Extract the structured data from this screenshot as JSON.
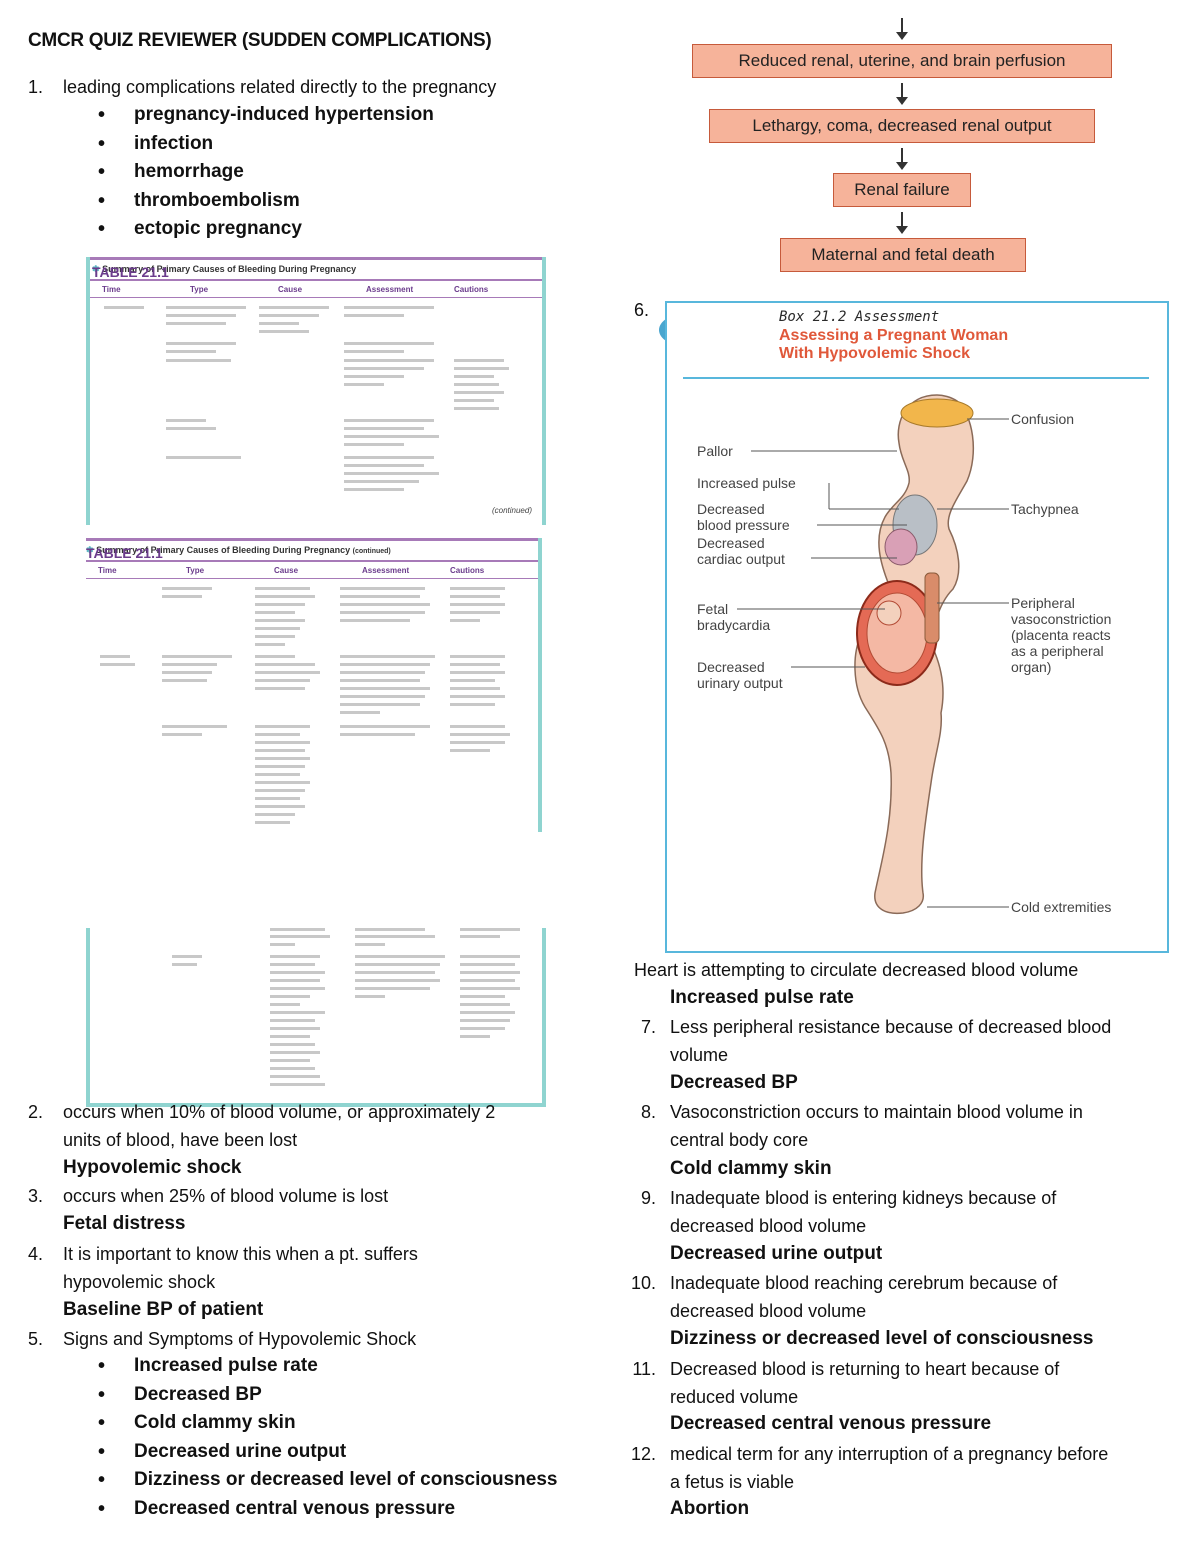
{
  "title": "CMCR QUIZ REVIEWER (SUDDEN COMPLICATIONS)",
  "q1": {
    "number": "1.",
    "text": "leading complications related directly to the pregnancy",
    "bullets": [
      "pregnancy-induced hypertension",
      "infection",
      "hemorrhage",
      "thromboembolism",
      "ectopic pregnancy"
    ]
  },
  "table1": {
    "label": "TABLE 21.1",
    "title": "Summary of Primary Causes of Bleeding During Pregnancy",
    "columns": [
      "Time",
      "Type",
      "Cause",
      "Assessment",
      "Cautions"
    ],
    "footer": "(continued)"
  },
  "table2": {
    "label": "TABLE 21.1",
    "title": "Summary of Primary Causes of Bleeding During Pregnancy",
    "suffix": "(continued)",
    "columns": [
      "Time",
      "Type",
      "Cause",
      "Assessment",
      "Cautions"
    ]
  },
  "q2": {
    "number": "2.",
    "text_line1": "occurs when 10% of blood volume, or approximately 2",
    "text_line2": "units of blood, have been lost",
    "answer": "Hypovolemic shock"
  },
  "q3": {
    "number": "3.",
    "text": "occurs when 25% of blood volume is lost",
    "answer": "Fetal distress"
  },
  "q4": {
    "number": "4.",
    "text_line1": "It is important to know this when a pt. suffers",
    "text_line2": "hypovolemic shock",
    "answer": "Baseline BP of patient"
  },
  "q5": {
    "number": "5.",
    "text": "Signs and Symptoms of Hypovolemic Shock",
    "bullets": [
      "Increased pulse rate",
      "Decreased BP",
      "Cold clammy skin",
      "Decreased urine output",
      "Dizziness or decreased level of consciousness",
      "Decreased central venous pressure"
    ]
  },
  "flow": [
    "Reduced renal, uterine, and brain perfusion",
    "Lethargy, coma, decreased renal output",
    "Renal failure",
    "Maternal and fetal death"
  ],
  "q6": {
    "number": "6."
  },
  "box": {
    "label": "Box 21.2 Assessment",
    "title_line1": "Assessing a Pregnant Woman",
    "title_line2": "With Hypovolemic Shock",
    "left_labels": [
      "Pallor",
      "Increased pulse",
      "Decreased",
      "blood pressure",
      "Decreased",
      "cardiac output",
      "Fetal",
      "bradycardia",
      "Decreased",
      "urinary output"
    ],
    "right_labels": [
      "Confusion",
      "Tachypnea",
      "Peripheral",
      "vasoconstriction",
      "(placenta reacts",
      "as a peripheral",
      "organ)",
      "Cold extremities"
    ]
  },
  "q6_text": {
    "text": "Heart is attempting to circulate decreased blood volume",
    "answer": "Increased pulse rate"
  },
  "q7": {
    "number": "7.",
    "text_line1": "Less peripheral resistance because of decreased blood",
    "text_line2": "volume",
    "answer": "Decreased BP"
  },
  "q8": {
    "number": "8.",
    "text_line1": "Vasoconstriction occurs to maintain blood volume in",
    "text_line2": "central body core",
    "answer": "Cold clammy skin"
  },
  "q9": {
    "number": "9.",
    "text_line1": "Inadequate blood is entering kidneys because of",
    "text_line2": "decreased blood volume",
    "answer": "Decreased urine output"
  },
  "q10": {
    "number": "10.",
    "text_line1": "Inadequate blood reaching cerebrum because of",
    "text_line2": "decreased blood volume",
    "answer": "Dizziness or decreased level of consciousness"
  },
  "q11": {
    "number": "11.",
    "text_line1": "Decreased blood is returning to heart because of",
    "text_line2": "reduced volume",
    "answer": "Decreased central venous pressure"
  },
  "q12": {
    "number": "12.",
    "text_line1": "medical term for any interruption of a pregnancy before",
    "text_line2": "a fetus is viable",
    "answer": "Abortion"
  }
}
